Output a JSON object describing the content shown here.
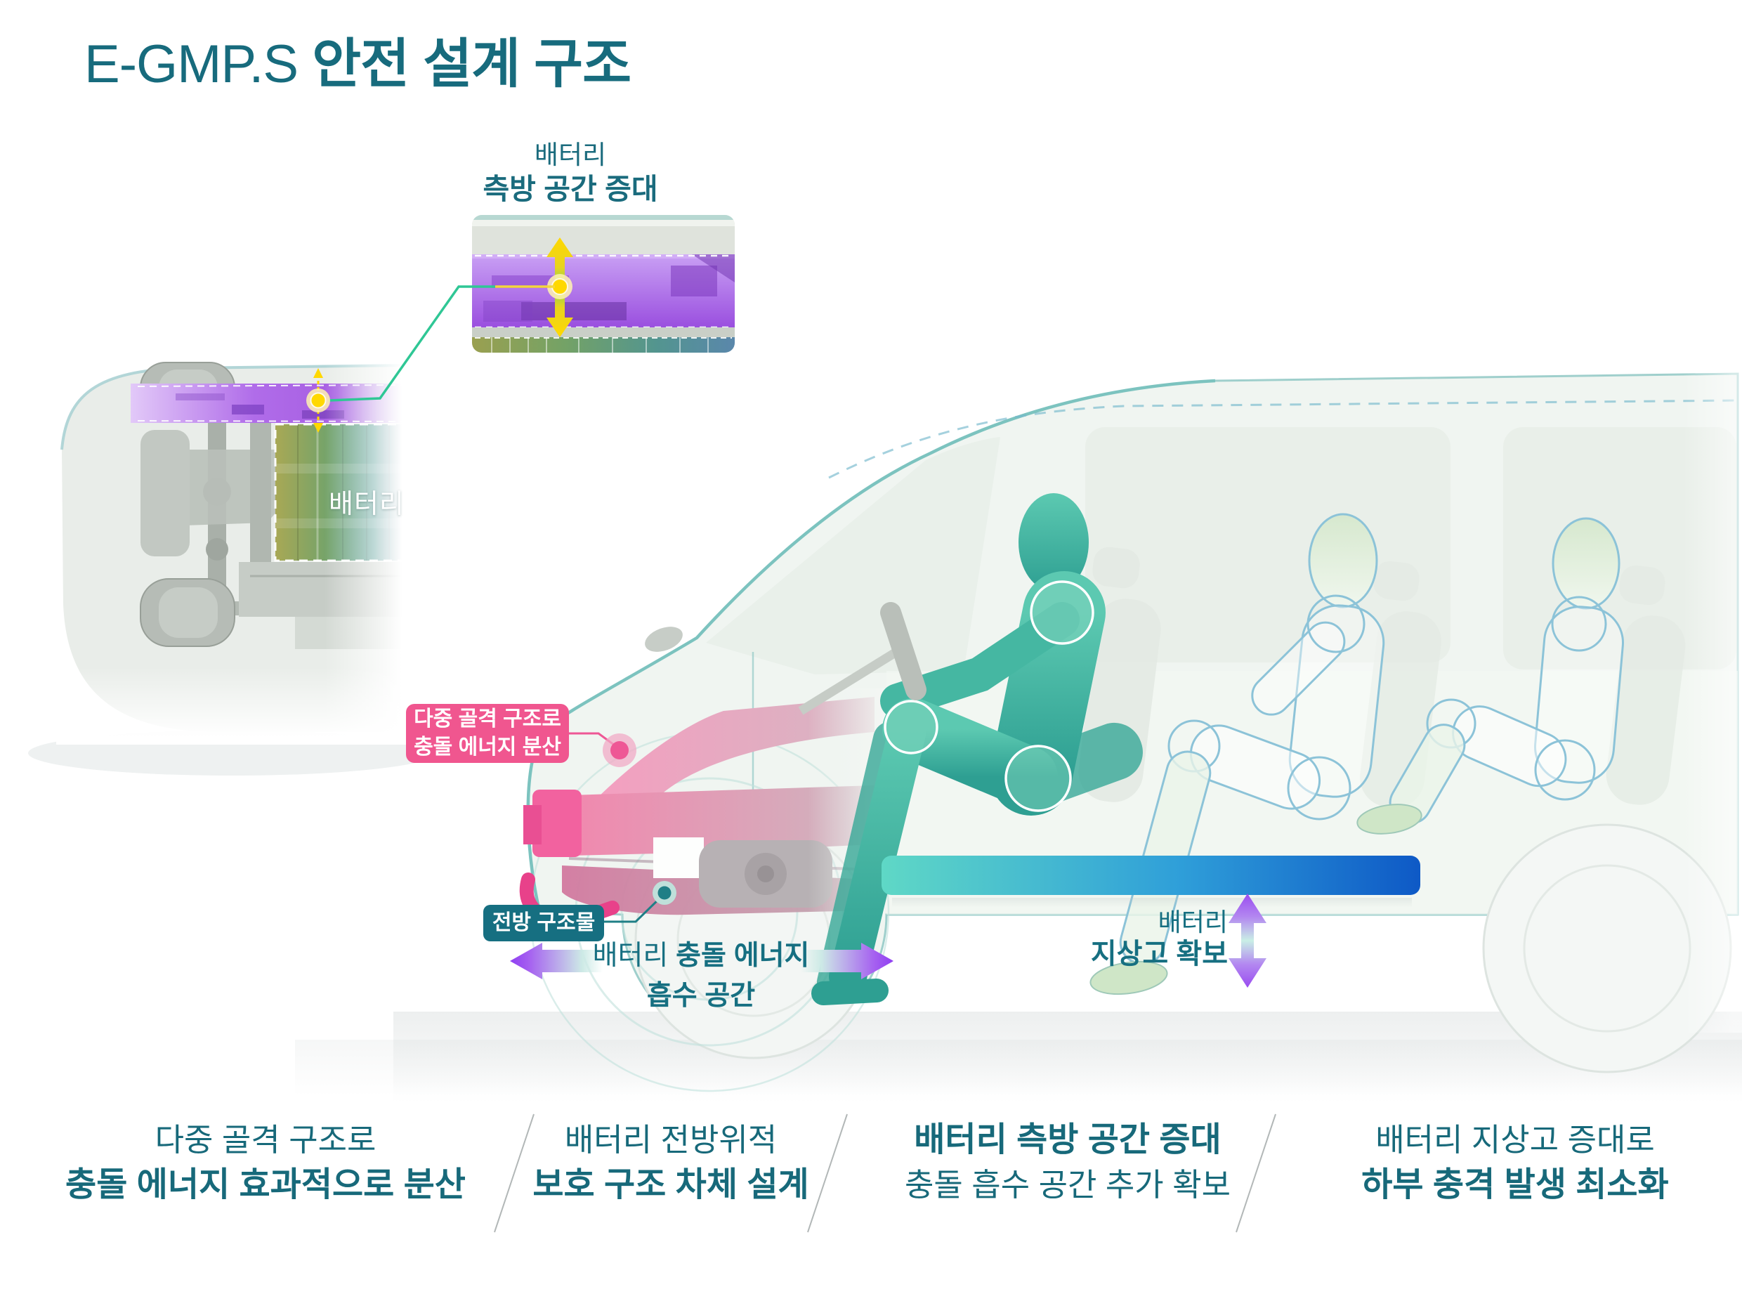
{
  "title": {
    "prefix": "E-GMP.S ",
    "main": "안전 설계 구조"
  },
  "inset": {
    "label_line1": "배터리",
    "label_line2": "측방 공간 증대"
  },
  "chassis": {
    "battery_label": "배터리"
  },
  "callouts": {
    "multi_skeleton": {
      "line1": "다중 골격 구조로",
      "line2": "충돌 에너지 분산"
    },
    "front_structure": {
      "label": "전방 구조물"
    },
    "crash_absorb": {
      "word_regular": "배터리 ",
      "word_bold": "충돌 에너지",
      "line2": "흡수 공간"
    },
    "ground_clearance": {
      "line1": "배터리",
      "line2": "지상고 확보"
    }
  },
  "footer": {
    "items": [
      {
        "line1": "다중 골격 구조로",
        "line2": "충돌 에너지 효과적으로 분산"
      },
      {
        "line1": "배터리 전방위적",
        "line2": "보호 구조 차체 설계"
      },
      {
        "line1": "배터리 측방 공간 증대",
        "line2": "충돌 흡수 공간 추가 확보"
      },
      {
        "line1": "배터리 지상고 증대로",
        "line2": "하부 충격 발생 최소화"
      }
    ]
  },
  "colors": {
    "teal_text": "#176b7d",
    "pink_badge": "#f0568f",
    "teal_badge": "#166f81",
    "purple_arrow": "#9a4cf0",
    "yellow_marker": "#ffd800",
    "callout_green": "#2fc795",
    "battery_bar_left": "#5fd8c6",
    "battery_bar_right": "#0e59c6"
  }
}
